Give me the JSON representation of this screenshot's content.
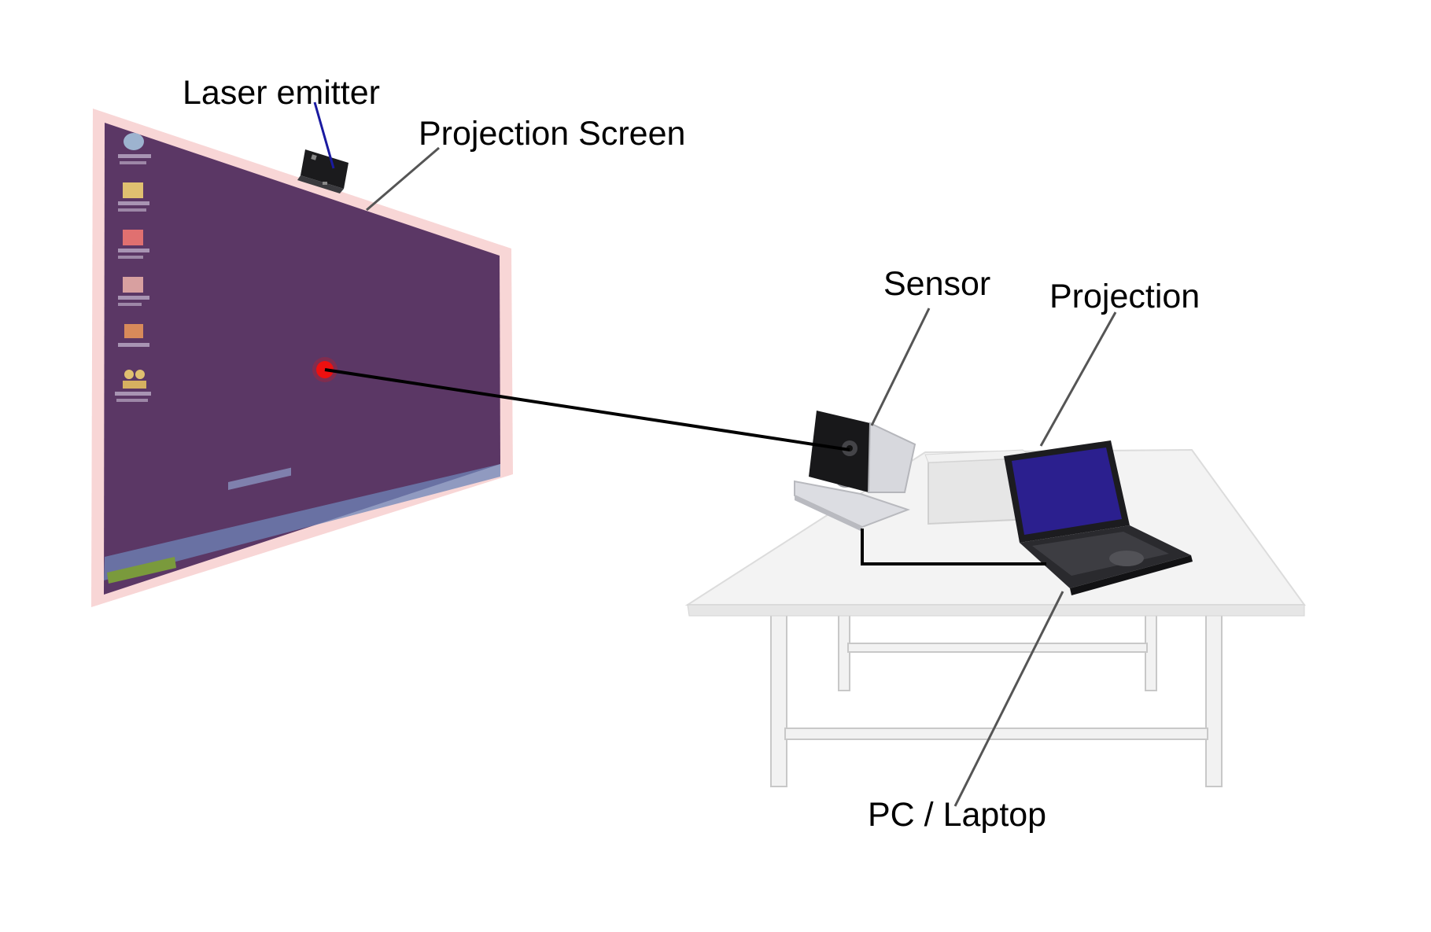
{
  "labels": {
    "laser_emitter": "Laser emitter",
    "projection_screen": "Projection Screen",
    "sensor": "Sensor",
    "projection": "Projection",
    "pc_laptop": "PC / Laptop"
  },
  "colors": {
    "screen_frame": "#f8d6d6",
    "screen_surface": "#5b3765",
    "laser_dot": "#ee1010",
    "leader_line": "#555555",
    "laser_leader": "#1a1aa0",
    "table": "#f3f3f3",
    "device_dark": "#1b1b1d"
  },
  "desktop_icons": [
    {
      "icon": "computer-icon"
    },
    {
      "icon": "folder-icon"
    },
    {
      "icon": "app-icon"
    },
    {
      "icon": "app-icon"
    },
    {
      "icon": "app-icon"
    },
    {
      "icon": "users-icon"
    }
  ]
}
